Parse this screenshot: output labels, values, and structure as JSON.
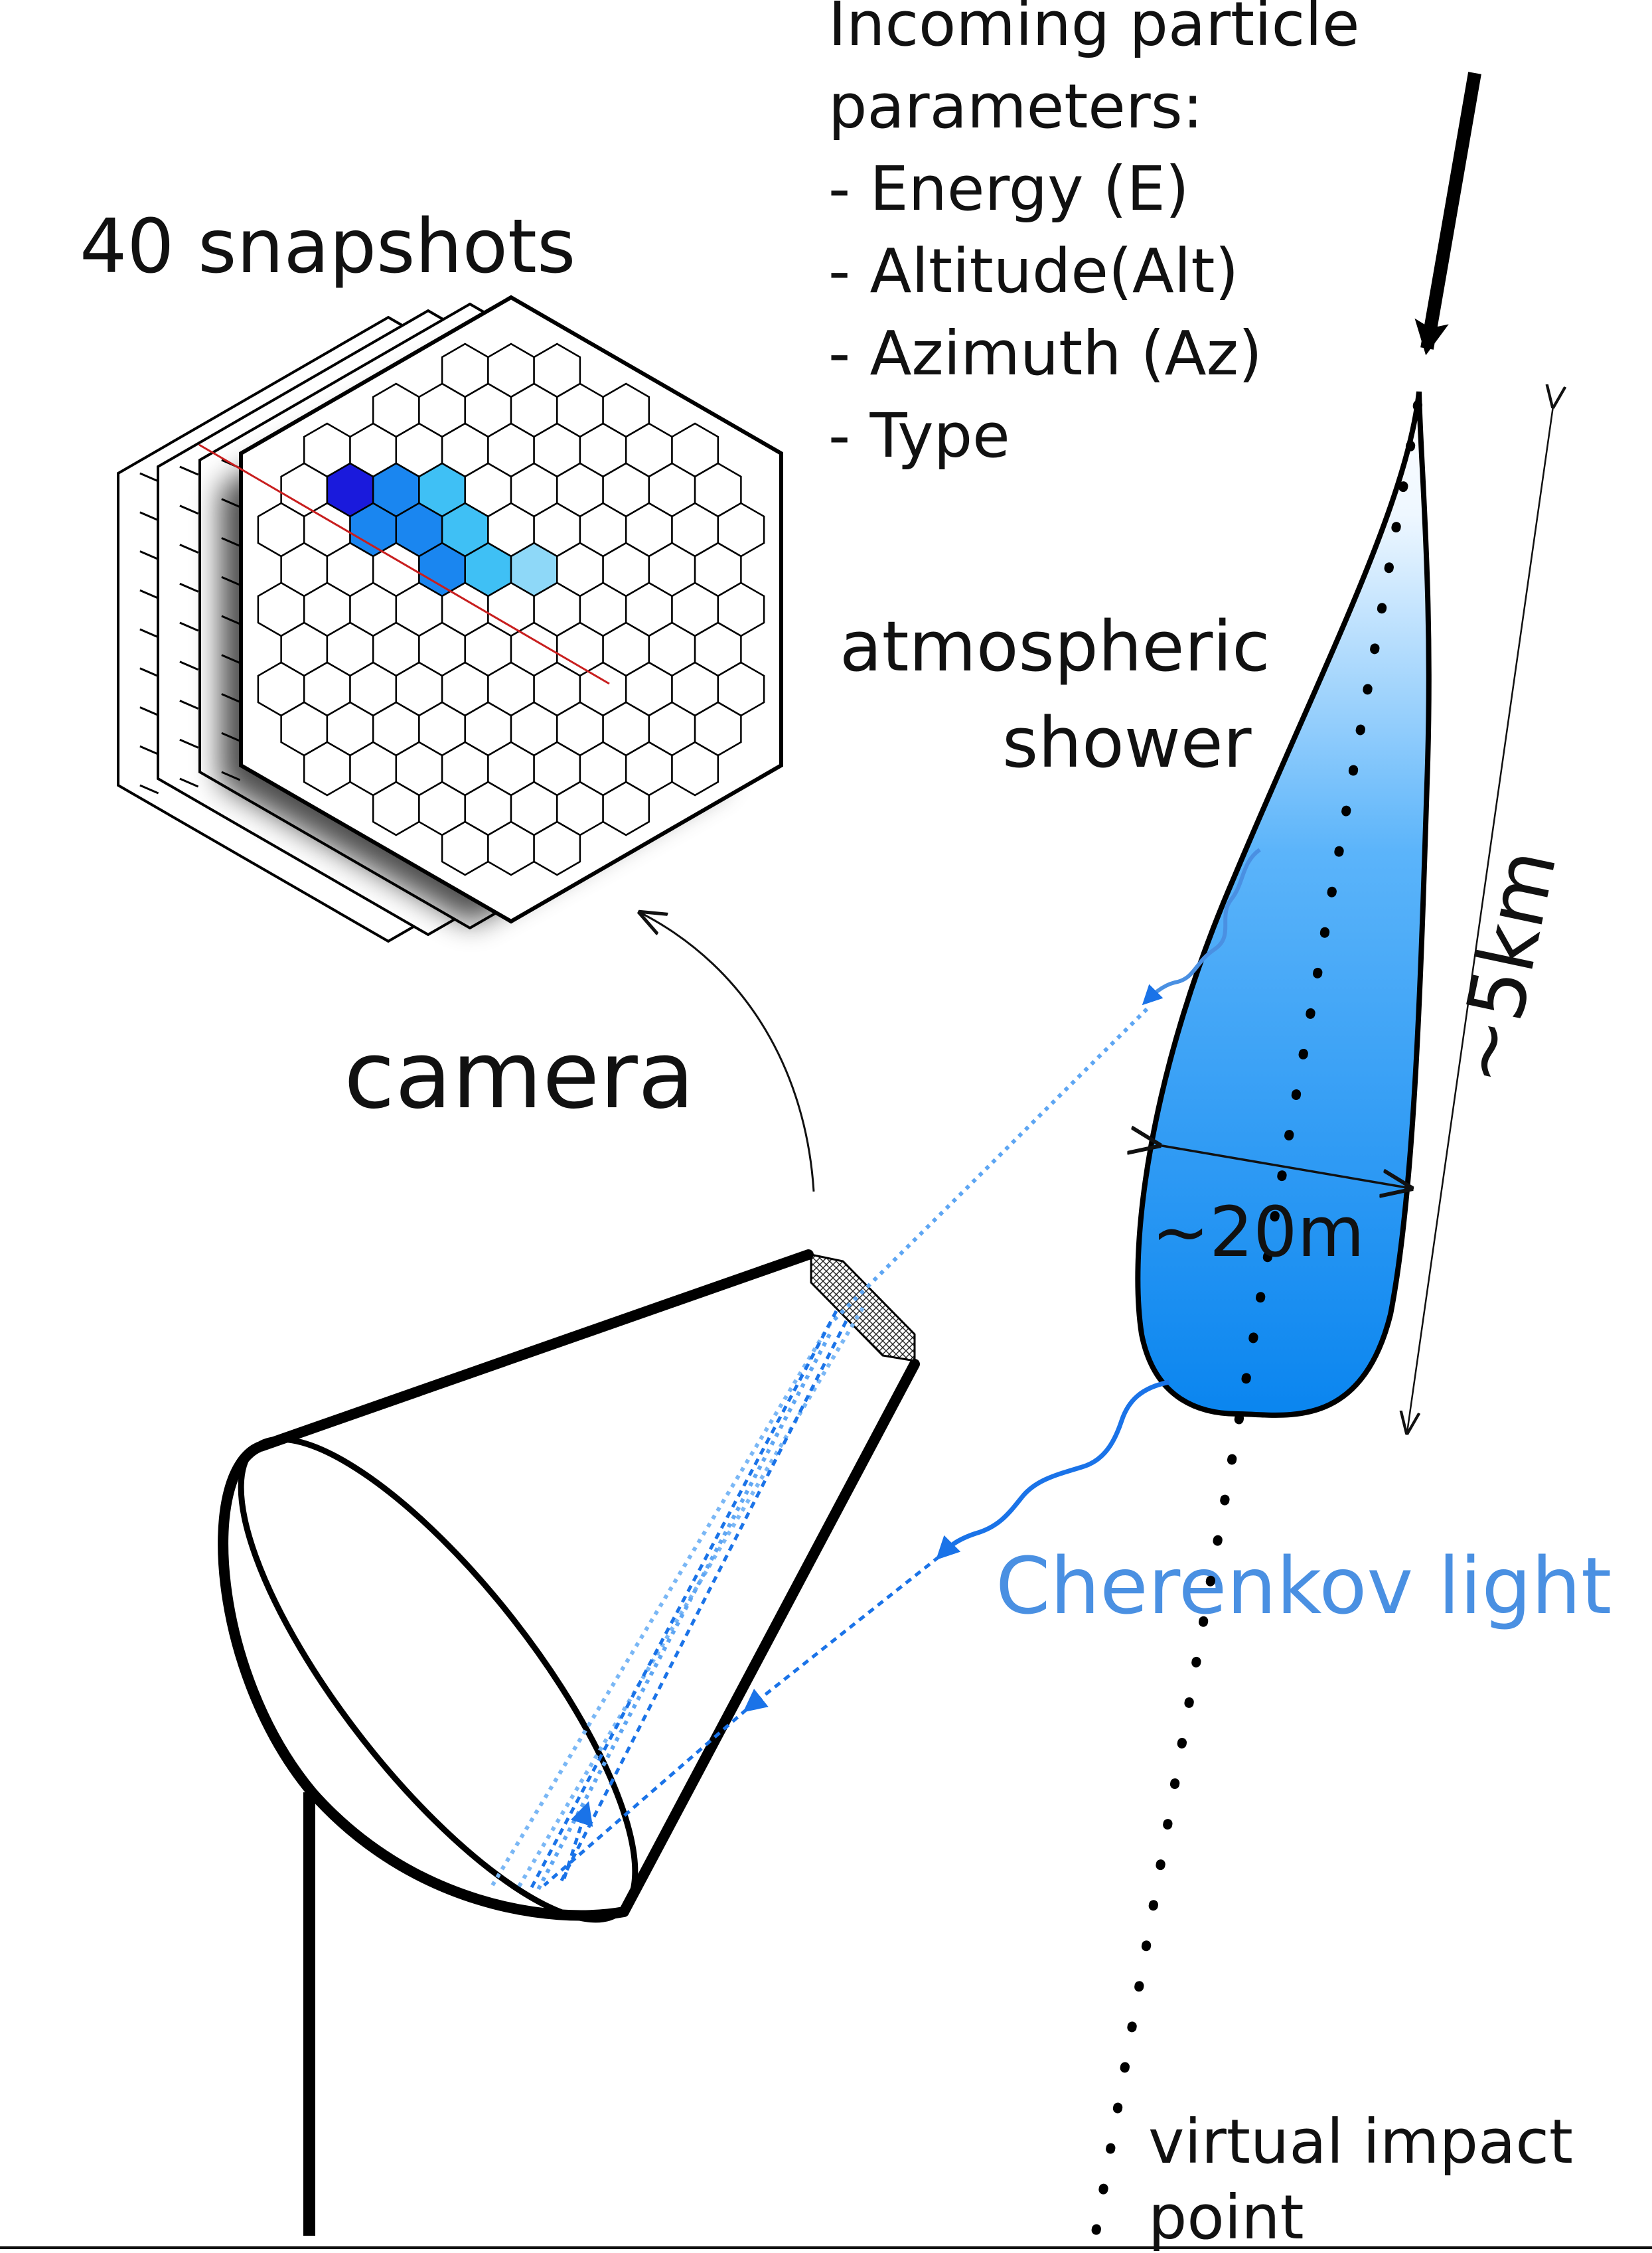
{
  "particle_params": {
    "line1": "Incoming particle",
    "line2": "parameters:",
    "items": [
      "- Energy (E)",
      "- Altitude(Alt)",
      "- Azimuth (Az)",
      "- Type"
    ]
  },
  "snapshots_label": "40 snapshots",
  "shower_label": {
    "line1": "atmospheric",
    "line2": "shower"
  },
  "camera_label": "camera",
  "length_label": "~5km",
  "width_label": "~20m",
  "cherenkov_label": "Cherenkov light",
  "impact_label": {
    "line1": "virtual impact",
    "line2": "point"
  },
  "colors": {
    "cherenkov": "#4a90e2",
    "ray": "#1a73e8",
    "shower_top": "#ffffff",
    "shower_bottom": "#0a85ef",
    "pixel_dark": "#1a1adc",
    "pixel_mid": "#1a86f0",
    "pixel_light": "#3fc0f5",
    "pixel_pale": "#8ed8f8"
  }
}
